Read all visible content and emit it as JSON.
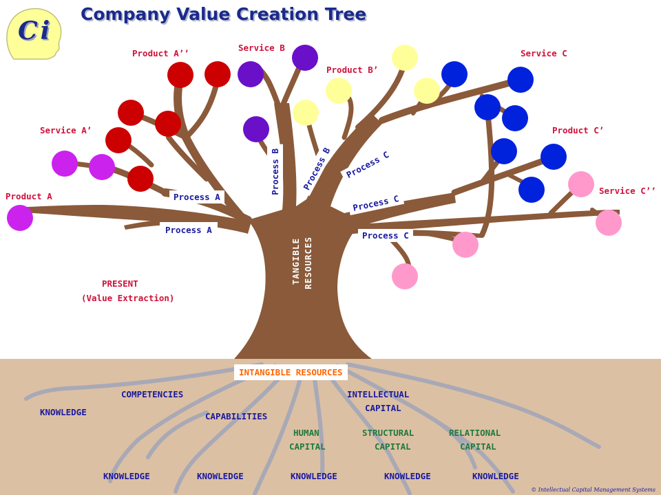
{
  "title": "Company Value Creation Tree",
  "logo_text": "Ci",
  "fruit_labels": {
    "product_a": "Product  A",
    "service_a_prime": "Service A’",
    "product_a_dprime": "Product A’’",
    "service_b": "Service B",
    "product_b_prime": "Product B’",
    "service_c": "Service C",
    "product_c_prime": "Product C’",
    "service_c_dprime": "Service C’’"
  },
  "process_labels": {
    "process_a_upper": "Process A",
    "process_a_lower": "Process A",
    "process_b_vertical": "Process B",
    "process_b_diag": "Process B",
    "process_c_diag": "Process C",
    "process_c_mid": "Process C",
    "process_c_lower": "Process C"
  },
  "trunk_label": {
    "line1": "TANGIBLE",
    "line2": "RESOURCES"
  },
  "present": {
    "line1": "PRESENT",
    "line2": "(Value Extraction)"
  },
  "intangible": "INTANGIBLE RESOURCES",
  "roots": {
    "competencies": "COMPETENCIES",
    "knowledge_left": "KNOWLEDGE",
    "capabilities": "CAPABILITIES",
    "intellectual_capital": {
      "line1": "INTELLECTUAL",
      "line2": "CAPITAL"
    },
    "human_capital": {
      "line1": "HUMAN",
      "line2": "CAPITAL"
    },
    "structural_capital": {
      "line1": "STRUCTURAL",
      "line2": "CAPITAL"
    },
    "relational_capital": {
      "line1": "RELATIONAL",
      "line2": "CAPITAL"
    },
    "bottom_knowledge": [
      "KNOWLEDGE",
      "KNOWLEDGE",
      "KNOWLEDGE",
      "KNOWLEDGE",
      "KNOWLEDGE"
    ]
  },
  "copyright": "© Intellectual Capital Management Systems",
  "colors": {
    "title": "#1a2a8c",
    "trunk": "#8a5a3a",
    "ground": "#dcc0a4",
    "root": "#a9a9b6",
    "red_fruit": "#cc0000",
    "purple_fruit": "#6a10c8",
    "magenta_fruit": "#cc22ee",
    "yellow_fruit": "#ffff99",
    "blue_fruit": "#0022dd",
    "pink_fruit": "#ff99cc"
  }
}
